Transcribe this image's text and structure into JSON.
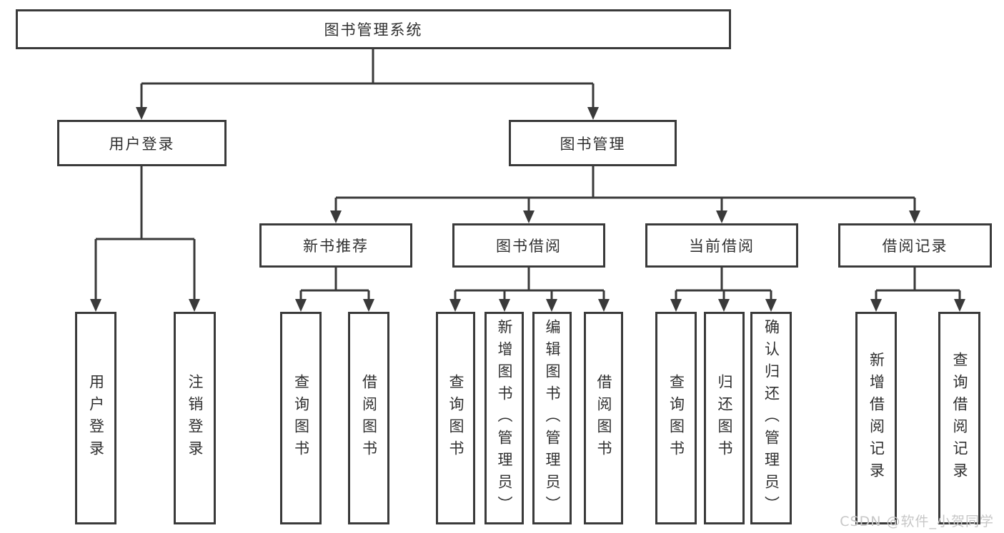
{
  "diagram": {
    "root": {
      "label": "图书管理系统",
      "children": [
        {
          "label": "用户登录",
          "children": [
            {
              "label": "用户登录"
            },
            {
              "label": "注销登录"
            }
          ]
        },
        {
          "label": "图书管理",
          "children": [
            {
              "label": "新书推荐",
              "children": [
                {
                  "label": "查询图书"
                },
                {
                  "label": "借阅图书"
                }
              ]
            },
            {
              "label": "图书借阅",
              "children": [
                {
                  "label": "查询图书"
                },
                {
                  "label": "新增图书（管理员）"
                },
                {
                  "label": "编辑图书（管理员）"
                },
                {
                  "label": "借阅图书"
                }
              ]
            },
            {
              "label": "当前借阅",
              "children": [
                {
                  "label": "查询图书"
                },
                {
                  "label": "归还图书"
                },
                {
                  "label": "确认归还（管理员）"
                }
              ]
            },
            {
              "label": "借阅记录",
              "children": [
                {
                  "label": "新增借阅记录"
                },
                {
                  "label": "查询借阅记录"
                }
              ]
            }
          ]
        }
      ]
    }
  },
  "watermark": {
    "text": "CSDN @软件_小贺同学"
  },
  "colors": {
    "line": "#3a3a3a",
    "border": "#3a3a3a",
    "text": "#303030",
    "watermark": "#c7c7c7",
    "background": "#ffffff"
  }
}
